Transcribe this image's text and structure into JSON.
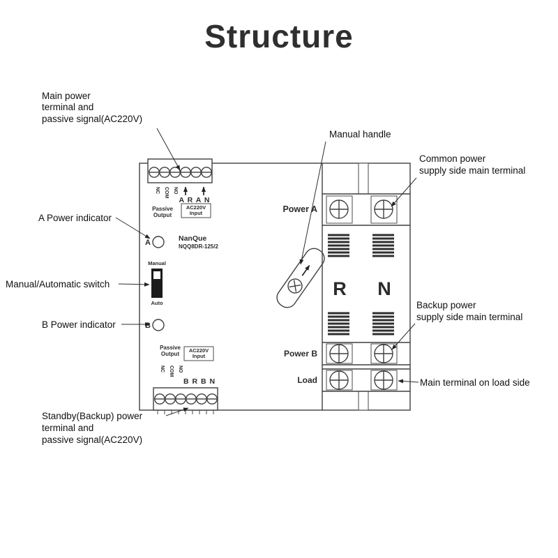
{
  "title": "Structure",
  "callouts": {
    "main_power": [
      "Main power",
      "terminal and",
      "passive signal(AC220V)"
    ],
    "manual_handle": "Manual handle",
    "common_power": [
      "Common power",
      "supply side main terminal"
    ],
    "a_power_indicator": "A Power indicator",
    "manual_automatic_switch": "Manual/Automatic switch",
    "b_power_indicator": "B Power indicator",
    "backup_power": [
      "Backup power",
      "supply side main terminal"
    ],
    "load_side": "Main terminal on load side",
    "standby_power": [
      "Standby(Backup) power",
      "terminal and",
      "passive signal(AC220V)"
    ]
  },
  "device": {
    "brand": "NanQue",
    "model": "NQQ8DR-125/2",
    "power_a": "Power A",
    "power_b": "Power B",
    "load": "Load",
    "phase_r": "R",
    "phase_n": "N",
    "indicator_a": "A",
    "indicator_b": "B",
    "switch_manual": "Manual",
    "switch_auto": "Auto",
    "top_block": {
      "pin_labels": [
        "NC",
        "COM",
        "NO"
      ],
      "phase_marks": "A R A N",
      "passive_output": [
        "Passive",
        "Output"
      ],
      "ac220v_input": [
        "AC220V",
        "Input"
      ]
    },
    "bottom_block": {
      "pin_labels": [
        "NC",
        "COM",
        "NO"
      ],
      "phase_marks": "B R B N",
      "passive_output": [
        "Passive",
        "Output"
      ],
      "ac220v_input": [
        "AC220V",
        "Input"
      ]
    }
  }
}
